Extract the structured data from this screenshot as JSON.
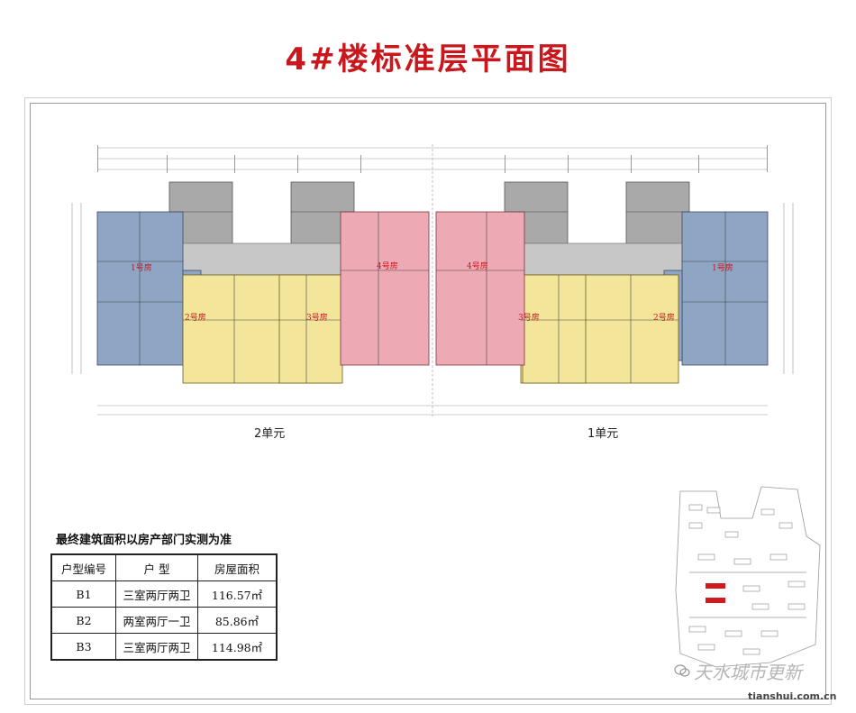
{
  "title": "4#楼标准层平面图",
  "units": {
    "left": "2单元",
    "right": "1单元"
  },
  "rooms": [
    "1号房",
    "2号房",
    "3号房",
    "4号房",
    "4号房",
    "3号房",
    "2号房",
    "1号房"
  ],
  "colors": {
    "title": "#c8171d",
    "blue": "#8fa5c4",
    "yellow": "#f3e59a",
    "pink": "#eeaab4",
    "gray": "#a9a9a9",
    "corridor": "#c7c7c7"
  },
  "note": "最终建筑面积以房产部门实测为准",
  "table": {
    "headers": [
      "户型编号",
      "户  型",
      "房屋面积"
    ],
    "rows": [
      {
        "code": "B1",
        "type": "三室两厅两卫",
        "area": "116.57㎡"
      },
      {
        "code": "B2",
        "type": "两室两厅一卫",
        "area": "85.86㎡"
      },
      {
        "code": "B3",
        "type": "三室两厅两卫",
        "area": "114.98㎡"
      }
    ]
  },
  "watermark": "天水城市更新",
  "url": "tianshui.com.cn",
  "icons": [
    "wechat-icon"
  ]
}
